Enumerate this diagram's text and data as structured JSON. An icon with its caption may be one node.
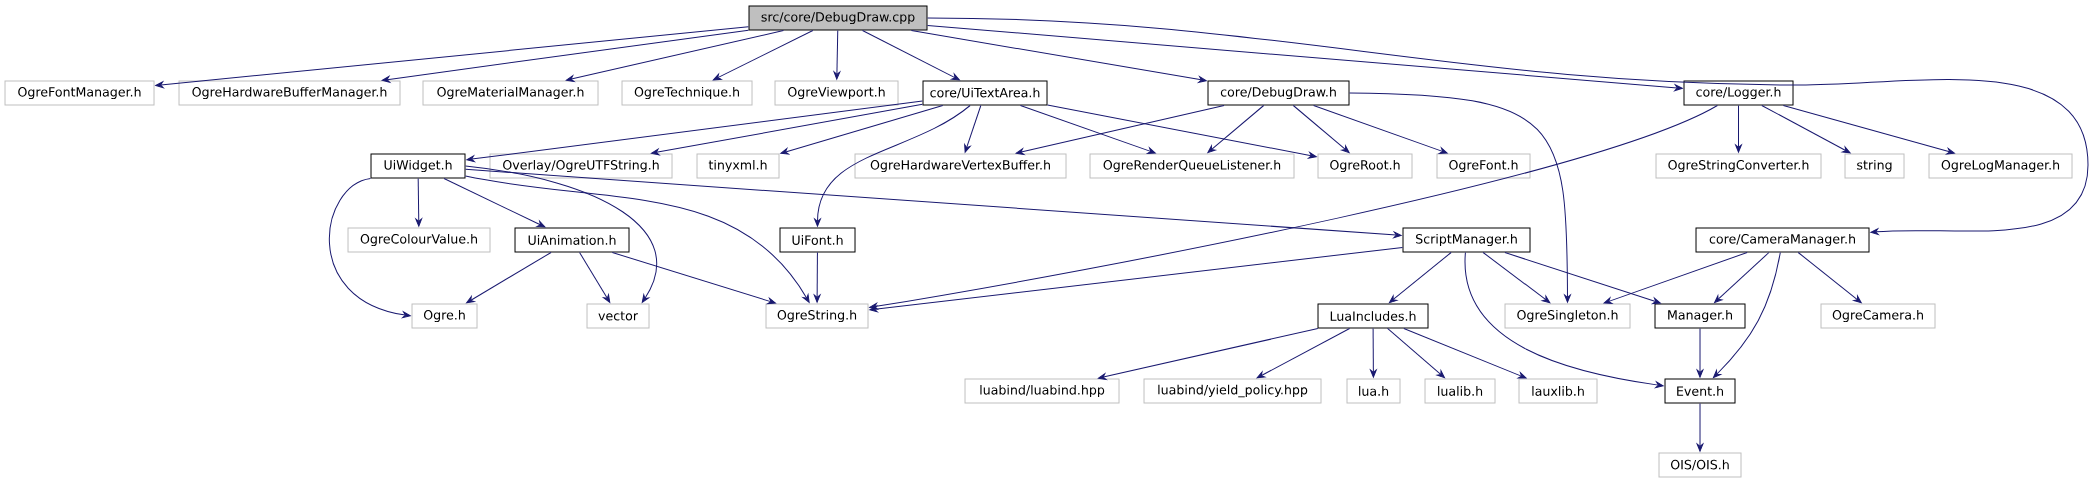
{
  "diagram": {
    "nodes": [
      {
        "text": [
          "src/core/DebugDraw.cpp"
        ]
      },
      {
        "text": [
          "OgreFontManager.h"
        ]
      },
      {
        "text": [
          "OgreHardwareBufferManager.h"
        ]
      },
      {
        "text": [
          "OgreMaterialManager.h"
        ]
      },
      {
        "text": [
          "OgreTechnique.h"
        ]
      },
      {
        "text": [
          "OgreViewport.h"
        ]
      },
      {
        "text": [
          "core/UiTextArea.h"
        ]
      },
      {
        "text": [
          "core/DebugDraw.h"
        ]
      },
      {
        "text": [
          "core/Logger.h"
        ]
      },
      {
        "text": [
          "UiWidget.h"
        ]
      },
      {
        "text": [
          "Overlay/OgreUTFString.h"
        ]
      },
      {
        "text": [
          "tinyxml.h"
        ]
      },
      {
        "text": [
          "OgreHardwareVertexBuffer.h"
        ]
      },
      {
        "text": [
          "OgreRenderQueueListener.h"
        ]
      },
      {
        "text": [
          "OgreRoot.h"
        ]
      },
      {
        "text": [
          "OgreFont.h"
        ]
      },
      {
        "text": [
          "OgreStringConverter.h"
        ]
      },
      {
        "text": [
          "string"
        ]
      },
      {
        "text": [
          "OgreLogManager.h"
        ]
      },
      {
        "text": [
          "OgreColourValue.h"
        ]
      },
      {
        "text": [
          "UiAnimation.h"
        ]
      },
      {
        "text": [
          "UiFont.h"
        ]
      },
      {
        "text": [
          "ScriptManager.h"
        ]
      },
      {
        "text": [
          "core/CameraManager.h"
        ]
      },
      {
        "text": [
          "Ogre.h"
        ]
      },
      {
        "text": [
          "vector"
        ]
      },
      {
        "text": [
          "OgreString.h"
        ]
      },
      {
        "text": [
          "LuaIncludes.h"
        ]
      },
      {
        "text": [
          "OgreSingleton.h"
        ]
      },
      {
        "text": [
          "Manager.h"
        ]
      },
      {
        "text": [
          "OgreCamera.h"
        ]
      },
      {
        "text": [
          "luabind/luabind.hpp"
        ]
      },
      {
        "text": [
          "luabind/yield_policy.hpp"
        ]
      },
      {
        "text": [
          "lua.h"
        ]
      },
      {
        "text": [
          "lualib.h"
        ]
      },
      {
        "text": [
          "lauxlib.h"
        ]
      },
      {
        "text": [
          "Event.h"
        ]
      },
      {
        "text": [
          "OIS/OIS.h"
        ]
      }
    ],
    "edges": [
      {
        "from": 0,
        "to": 1,
        "arrow": "to"
      },
      {
        "from": 0,
        "to": 2,
        "arrow": "to"
      },
      {
        "from": 0,
        "to": 3,
        "arrow": "to"
      },
      {
        "from": 0,
        "to": 4,
        "arrow": "to"
      },
      {
        "from": 0,
        "to": 5,
        "arrow": "to"
      },
      {
        "from": 0,
        "to": 6,
        "arrow": "to"
      },
      {
        "from": 0,
        "to": 7,
        "arrow": "to"
      },
      {
        "from": 0,
        "to": 8,
        "arrow": "to"
      },
      {
        "from": 0,
        "to": 23,
        "arrow": "to"
      },
      {
        "from": 6,
        "to": 9,
        "arrow": "to"
      },
      {
        "from": 6,
        "to": 10,
        "arrow": "to"
      },
      {
        "from": 6,
        "to": 11,
        "arrow": "to"
      },
      {
        "from": 6,
        "to": 12,
        "arrow": "to"
      },
      {
        "from": 6,
        "to": 13,
        "arrow": "to"
      },
      {
        "from": 6,
        "to": 14,
        "arrow": "to"
      },
      {
        "from": 6,
        "to": 21,
        "arrow": "to"
      },
      {
        "from": 7,
        "to": 12,
        "arrow": "to"
      },
      {
        "from": 7,
        "to": 13,
        "arrow": "to"
      },
      {
        "from": 7,
        "to": 14,
        "arrow": "to"
      },
      {
        "from": 7,
        "to": 15,
        "arrow": "to"
      },
      {
        "from": 7,
        "to": 28,
        "arrow": "to"
      },
      {
        "from": 8,
        "to": 26,
        "arrow": "to"
      },
      {
        "from": 8,
        "to": 16,
        "arrow": "to"
      },
      {
        "from": 8,
        "to": 17,
        "arrow": "to"
      },
      {
        "from": 8,
        "to": 18,
        "arrow": "to"
      },
      {
        "from": 9,
        "to": 24,
        "arrow": "to"
      },
      {
        "from": 9,
        "to": 19,
        "arrow": "to"
      },
      {
        "from": 9,
        "to": 20,
        "arrow": "to"
      },
      {
        "from": 9,
        "to": 25,
        "arrow": "to"
      },
      {
        "from": 9,
        "to": 26,
        "arrow": "to"
      },
      {
        "from": 9,
        "to": 22,
        "arrow": "to"
      },
      {
        "from": 20,
        "to": 24,
        "arrow": "to"
      },
      {
        "from": 20,
        "to": 25,
        "arrow": "to"
      },
      {
        "from": 20,
        "to": 26,
        "arrow": "to"
      },
      {
        "from": 21,
        "to": 26,
        "arrow": "to"
      },
      {
        "from": 22,
        "to": 26,
        "arrow": "to"
      },
      {
        "from": 22,
        "to": 27,
        "arrow": "to"
      },
      {
        "from": 22,
        "to": 28,
        "arrow": "to"
      },
      {
        "from": 22,
        "to": 29,
        "arrow": "to"
      },
      {
        "from": 22,
        "to": 36,
        "arrow": "to"
      },
      {
        "from": 23,
        "to": 28,
        "arrow": "to"
      },
      {
        "from": 23,
        "to": 29,
        "arrow": "to"
      },
      {
        "from": 23,
        "to": 36,
        "arrow": "to"
      },
      {
        "from": 23,
        "to": 30,
        "arrow": "to"
      },
      {
        "from": 27,
        "to": 31,
        "arrow": "to"
      },
      {
        "from": 27,
        "to": 32,
        "arrow": "to"
      },
      {
        "from": 27,
        "to": 33,
        "arrow": "to"
      },
      {
        "from": 27,
        "to": 34,
        "arrow": "to"
      },
      {
        "from": 27,
        "to": 35,
        "arrow": "to"
      },
      {
        "from": 29,
        "to": 36,
        "arrow": "to"
      },
      {
        "from": 36,
        "to": 37,
        "arrow": "to"
      }
    ]
  }
}
